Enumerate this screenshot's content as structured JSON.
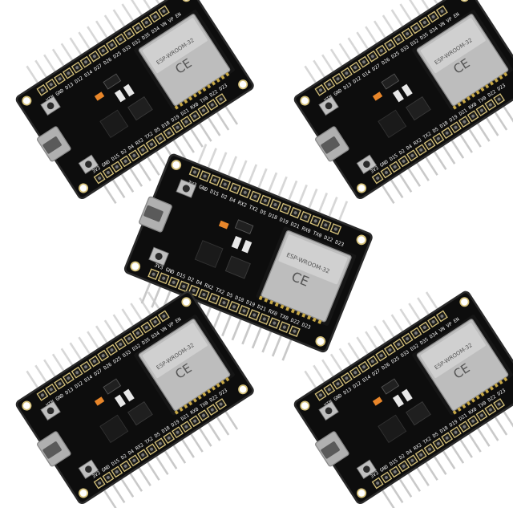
{
  "scene": {
    "background": "#ffffff",
    "subject": "five ESP32 development boards",
    "colors": {
      "pcb": "#0d0d0d",
      "pcb_edge": "#2a2a2a",
      "shield": "#bdbdbd",
      "shield_highlight": "#dcdcdc",
      "pin_metal": "#c9c9c9",
      "silk": "#f2f2f2",
      "led": "#e8862a",
      "usb": "#b0b0b0"
    }
  },
  "boards": [
    {
      "id": "top-left",
      "shield_text": "ESP-WROOM-32",
      "silk_text": "VIN GND D13 D12 D14 D27 D26 D25 D33 D32 D35 D34 VN VP EN"
    },
    {
      "id": "top-right",
      "shield_text": "ESP-WROOM-32",
      "silk_text": "VIN GND D13 D12 D14 D27 D26 D25 D33 D32 D35 D34 VN VP EN"
    },
    {
      "id": "center",
      "shield_text": "ESP-WROOM-32",
      "silk_text": "3V3 GND D15 D2 D4 RX2 TX2 D5 D18 D19 D21 RX0 TX0 D22 D23"
    },
    {
      "id": "bottom-left",
      "shield_text": "ESP-WROOM-32",
      "silk_text": "VIN GND D13 D12 D14 D27 D26 D25 D33 D32 D35 D34 VN VP EN"
    },
    {
      "id": "bottom-right",
      "shield_text": "ESP-WROOM-32",
      "silk_text": "VIN GND D13 D12 D14 D27 D26 D25 D33 D32 D35 D34 VN VP EN"
    }
  ]
}
